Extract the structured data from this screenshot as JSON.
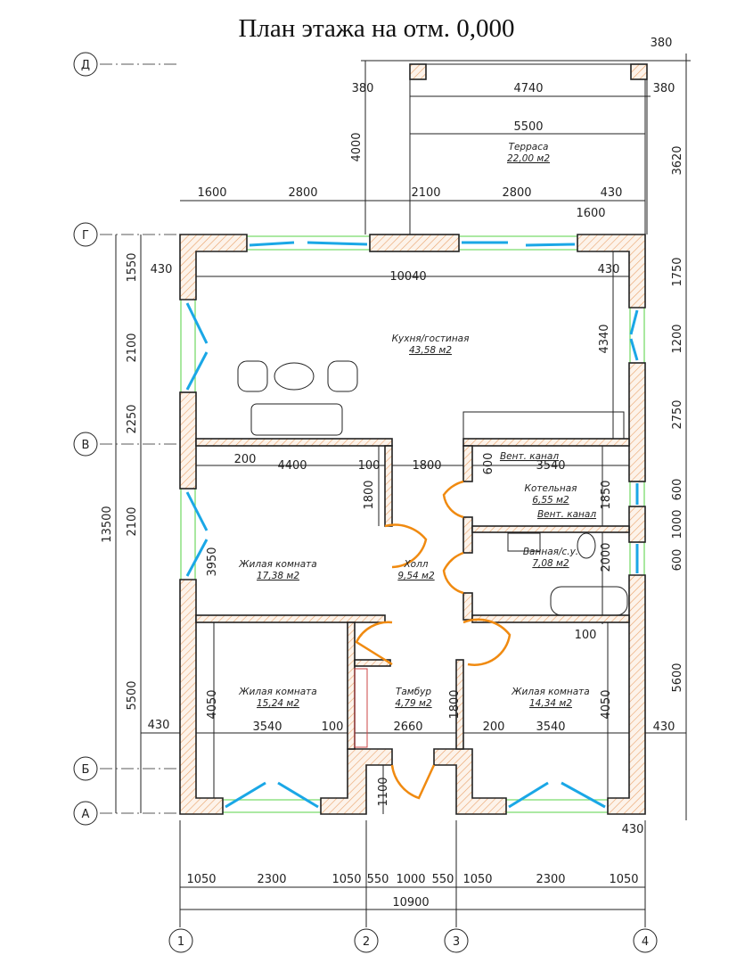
{
  "title": "План этажа на отм. 0,000",
  "axes": {
    "rows": [
      "Д",
      "Г",
      "В",
      "Б",
      "А"
    ],
    "columns": [
      "1",
      "2",
      "3",
      "4"
    ]
  },
  "rooms": [
    {
      "name": "Терраса",
      "area": "22,00 м2"
    },
    {
      "name": "Кухня/гостиная",
      "area": "43,58 м2"
    },
    {
      "name": "Котельная",
      "area": "6,55 м2"
    },
    {
      "name": "Ванная/с.у.",
      "area": "7,08 м2"
    },
    {
      "name": "Жилая комната",
      "area": "17,38 м2"
    },
    {
      "name": "Холл",
      "area": "9,54 м2"
    },
    {
      "name": "Жилая комната",
      "area": "15,24 м2"
    },
    {
      "name": "Тамбур",
      "area": "4,79 м2"
    },
    {
      "name": "Жилая комната",
      "area": "14,34 м2"
    }
  ],
  "notes": [
    "Вент. канал",
    "Вент. канал"
  ],
  "dimensions": [
    "380",
    "380",
    "4740",
    "380",
    "5500",
    "4000",
    "3620",
    "1600",
    "2800",
    "2100",
    "2800",
    "1600",
    "430",
    "430",
    "10040",
    "430",
    "4340",
    "1550",
    "2100",
    "2250",
    "2100",
    "5500",
    "430",
    "13500",
    "3950",
    "1800",
    "4050",
    "1800",
    "1100",
    "4050",
    "1750",
    "1200",
    "2750",
    "600",
    "1000",
    "600",
    "5600",
    "430",
    "430",
    "200",
    "4400",
    "100",
    "1800",
    "600",
    "3540",
    "1850",
    "2000",
    "100",
    "3540",
    "100",
    "2660",
    "200",
    "3540",
    "1050",
    "2300",
    "1050",
    "550",
    "1000",
    "550",
    "1050",
    "2300",
    "1050",
    "10900"
  ]
}
